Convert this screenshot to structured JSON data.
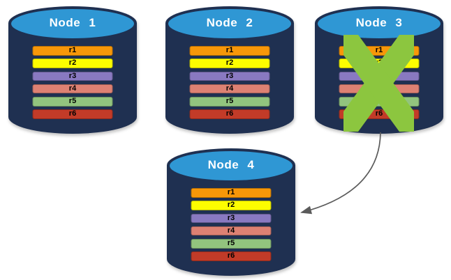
{
  "nodes": [
    {
      "id": "node-1",
      "label": "Node 1",
      "failed": false
    },
    {
      "id": "node-2",
      "label": "Node 2",
      "failed": false
    },
    {
      "id": "node-3",
      "label": "Node 3",
      "failed": true
    },
    {
      "id": "node-4",
      "label": "Node 4",
      "failed": false
    }
  ],
  "replicas": [
    {
      "label": "r1",
      "color": "#F79709"
    },
    {
      "label": "r2",
      "color": "#FDFD00"
    },
    {
      "label": "r3",
      "color": "#8979C1"
    },
    {
      "label": "r4",
      "color": "#DD8173"
    },
    {
      "label": "r5",
      "color": "#92C47E"
    },
    {
      "label": "r6",
      "color": "#C23B28"
    }
  ],
  "failure": {
    "failed_node": "Node 3"
  },
  "arrow": {
    "from": "Node 3",
    "to": "Node 4"
  },
  "colors": {
    "background": "#FFFFFF",
    "cylinder_body": "#1F3051",
    "cylinder_top": "#2F97D4",
    "node_label_text": "#FFFFFF",
    "replica_text": "#000000",
    "failure_x": "#8CC63F",
    "arrow": "#5B5B5B"
  }
}
